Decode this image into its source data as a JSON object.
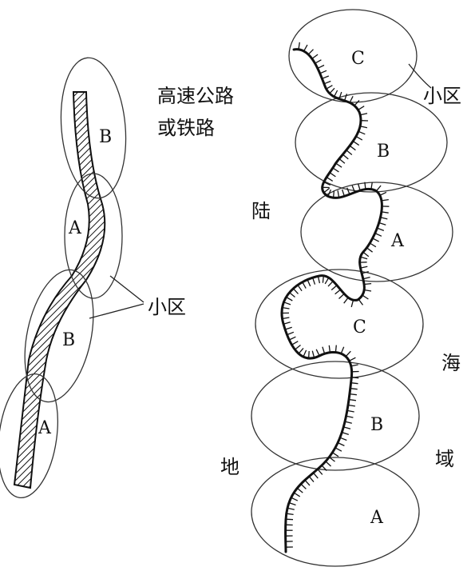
{
  "left_figure": {
    "caption_line1": "高速公路",
    "caption_line2": "或铁路",
    "cell_labels": [
      "B",
      "A",
      "B",
      "A"
    ],
    "callout": "小区"
  },
  "right_figure": {
    "cell_labels": [
      "C",
      "B",
      "A",
      "C",
      "B",
      "A"
    ],
    "callout": "小区",
    "land_chars": [
      "陆",
      "地"
    ],
    "sea_chars": [
      "海",
      "域"
    ]
  }
}
